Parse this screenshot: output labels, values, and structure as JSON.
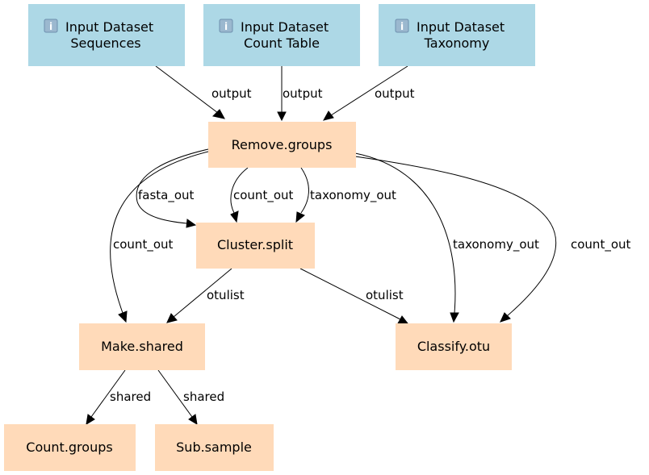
{
  "colors": {
    "input_node": "#add8e6",
    "tool_node": "#ffdab9",
    "edge": "#000000",
    "text": "#000000"
  },
  "nodes": {
    "input_sequences": {
      "icon": "info-icon",
      "line1": "Input Dataset",
      "line2": "Sequences"
    },
    "input_count_table": {
      "icon": "info-icon",
      "line1": "Input Dataset",
      "line2": "Count Table"
    },
    "input_taxonomy": {
      "icon": "info-icon",
      "line1": "Input Dataset",
      "line2": "Taxonomy"
    },
    "remove_groups": {
      "label": "Remove.groups"
    },
    "cluster_split": {
      "label": "Cluster.split"
    },
    "make_shared": {
      "label": "Make.shared"
    },
    "classify_otu": {
      "label": "Classify.otu"
    },
    "count_groups": {
      "label": "Count.groups"
    },
    "sub_sample": {
      "label": "Sub.sample"
    }
  },
  "edges": {
    "seq_to_remove": "output",
    "count_to_remove": "output",
    "tax_to_remove": "output",
    "remove_to_cluster_fasta": "fasta_out",
    "remove_to_cluster_count": "count_out",
    "remove_to_cluster_taxonomy": "taxonomy_out",
    "remove_to_make_shared": "count_out",
    "remove_to_classify_taxonomy": "taxonomy_out",
    "remove_to_classify_count": "count_out",
    "cluster_to_make_shared": "otulist",
    "cluster_to_classify": "otulist",
    "make_shared_to_count_groups": "shared",
    "make_shared_to_sub_sample": "shared"
  }
}
